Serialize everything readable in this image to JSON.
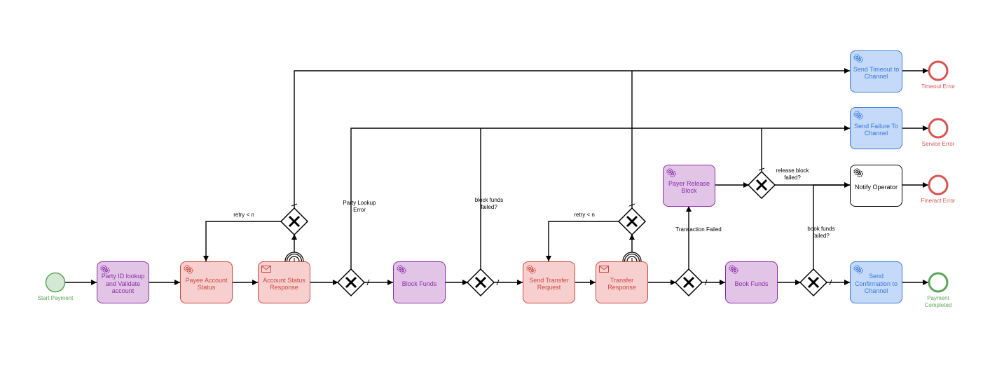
{
  "colors": {
    "task_purple_fill": "#e1c4e6",
    "task_purple_stroke": "#8b2ea8",
    "task_pink_fill": "#f8cfcf",
    "task_pink_stroke": "#c9483f",
    "task_blue_fill": "#c4daf8",
    "task_blue_stroke": "#3b78d8",
    "start_fill": "#d5e8d4",
    "start_stroke": "#5aa65a",
    "error_stroke": "#d9534f",
    "end_ok_stroke": "#5aa65a"
  },
  "events": {
    "start_payment": "Start Payment",
    "timeout_error": "Timeout Error",
    "service_error": "Service Error",
    "fineract_error": "Fineract Error",
    "payment_completed": "Payment\nCompleted"
  },
  "tasks": {
    "party_lookup": "Party ID lookup and Validate account",
    "payee_status": "Payee Account Status",
    "account_status_response": "Account Status Response",
    "block_funds": "Block Funds",
    "send_transfer": "Send Transfer Request",
    "transfer_response": "Transfer Response",
    "book_funds": "Book Funds",
    "payer_release": "Payer Release Block",
    "send_timeout": "Send Timeout to Channel",
    "send_failure": "Send Failure To Channel",
    "notify_operator": "Notify Operator",
    "send_confirmation": "Send Confirmation to Channel"
  },
  "flow_labels": {
    "retry_1": "retry < n",
    "retry_2": "retry < n",
    "party_lookup_error": "Party Lookup\nError",
    "block_funds_failed": "block funds\nfailed?",
    "transaction_failed": "Transaction Failed",
    "release_block_failed": "release block\nfailed?",
    "book_funds_failed": "book funds\nfailed?"
  },
  "icons": {
    "service_task": "gears-icon",
    "receive_task": "envelope-icon",
    "timer_event": "clock-icon",
    "gateway": "exclusive-gateway-x-icon"
  }
}
